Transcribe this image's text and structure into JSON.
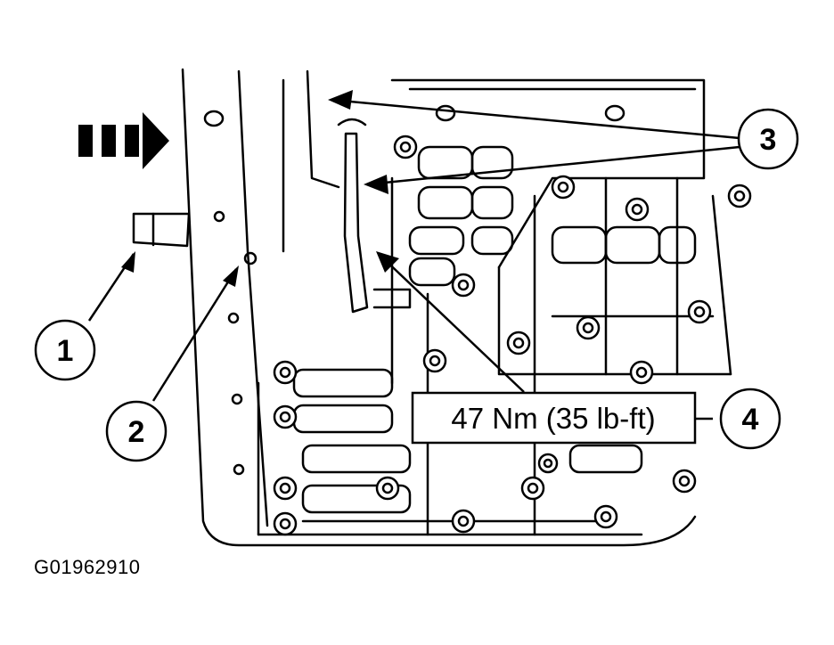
{
  "figure_id": "G01962910",
  "callouts": [
    {
      "number": "1"
    },
    {
      "number": "2"
    },
    {
      "number": "3"
    },
    {
      "number": "4"
    }
  ],
  "torque_spec": "47 Nm (35 lb-ft)",
  "colors": {
    "line": "#000000",
    "background": "#ffffff"
  },
  "icons": {
    "direction_indicator": "view-direction-arrow-icon"
  }
}
